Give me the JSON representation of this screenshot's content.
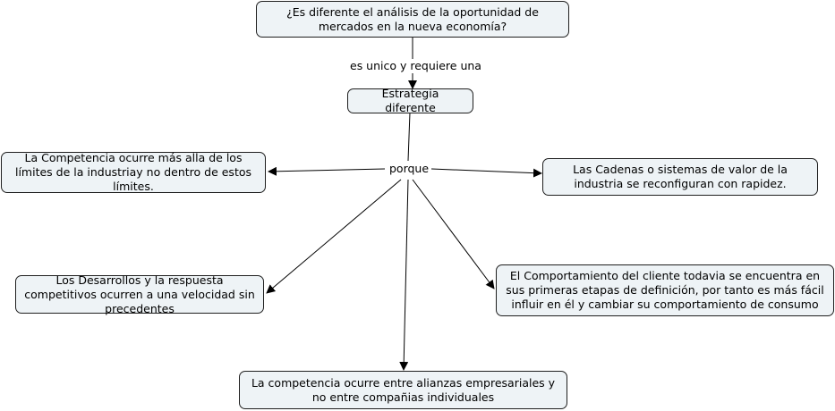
{
  "nodes": {
    "question": "¿Es diferente el análisis de la oportunidad de mercados en la nueva economía?",
    "strategy": "Estrategia diferente",
    "competition_limits": "La Competencia ocurre más alla de los límites de la industriay no dentro de estos límites.",
    "value_chains": "Las Cadenas o sistemas de valor de la industria se reconfiguran con rapidez.",
    "developments": "Los Desarrollos y la respuesta competitivos ocurren a una velocidad sin precedentes",
    "customer_behavior": "El Comportamiento del cliente todavia se encuentra en sus primeras etapas de definición, por tanto es más fácil influir en él y cambiar su comportamiento de consumo",
    "alliances": "La competencia ocurre entre alianzas empresariales y no entre compañias individuales"
  },
  "link_labels": {
    "unique": "es unico y requiere una",
    "because": "porque"
  }
}
